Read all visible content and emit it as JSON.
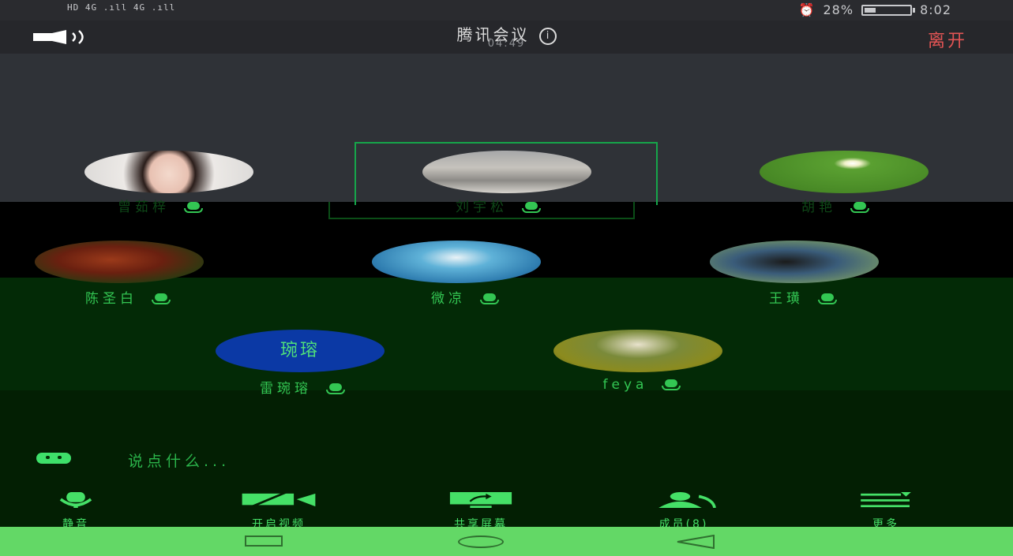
{
  "status_bar": {
    "signal_left": "HD 4G .ıll 4G .ıll",
    "battery": "28%",
    "time": "8:02"
  },
  "header": {
    "title": "腾讯会议",
    "info_icon": "info-icon",
    "timer": "04:49",
    "leave_label": "离开"
  },
  "participants": [
    {
      "name": "曾茹梓",
      "avatar_color": "#d8d6d4"
    },
    {
      "name": "刘宇松",
      "avatar_color": "#bdbcba"
    },
    {
      "name": "胡艳",
      "avatar_color": "#4d8d2b"
    },
    {
      "name": "陈圣白",
      "avatar_color": "#6a2010"
    },
    {
      "name": "微凉",
      "avatar_color": "#3f93be"
    },
    {
      "name": "王璜",
      "avatar_color": "#3a5c7a"
    },
    {
      "name": "雷琬瑢",
      "avatar_text": "琬瑢",
      "avatar_color": "#0b39a5"
    },
    {
      "name": "feya",
      "avatar_color": "#8c8b1e"
    }
  ],
  "chat": {
    "placeholder": "说点什么..."
  },
  "toolbar": {
    "mute_label": "静音",
    "video_label": "开启视频",
    "share_label": "共享屏幕",
    "members_label": "成员(8)",
    "more_label": "更多"
  },
  "colors": {
    "accent": "#33c653",
    "leave": "#e25454",
    "navbar": "#63d866"
  }
}
